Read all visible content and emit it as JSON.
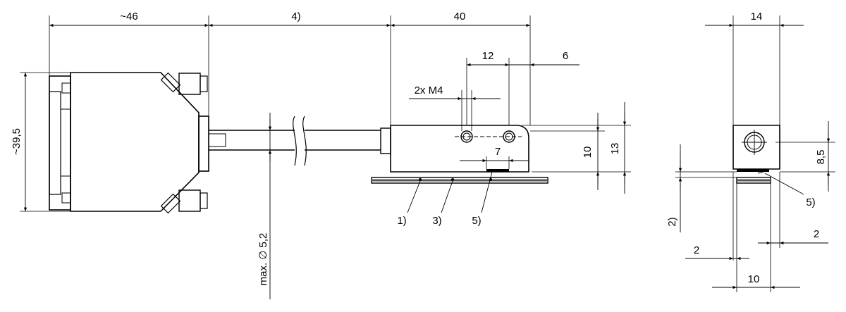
{
  "dimensions": {
    "connector_width": "~46",
    "cable_length": "4)",
    "sensor_length": "40",
    "hole_spacing": "12",
    "hole_offset": "6",
    "thread": "2x M4",
    "contact_width": "7",
    "height_inner": "10",
    "height_total": "13",
    "connector_height": "~39,5",
    "cable_diameter": "max. ∅ 5,2",
    "side_width": "14",
    "side_hole_height": "8,5",
    "gap": "2)",
    "side_offset_left": "2",
    "side_offset_right": "2",
    "side_bottom_width": "10"
  },
  "callouts": {
    "c1": "1)",
    "c3": "3)",
    "c5": "5)",
    "c5_side": "5)"
  },
  "colors": {
    "line": "#000000",
    "hatch": "#555555",
    "fill_light": "#ffffff",
    "strip": "#9a9a9a"
  }
}
